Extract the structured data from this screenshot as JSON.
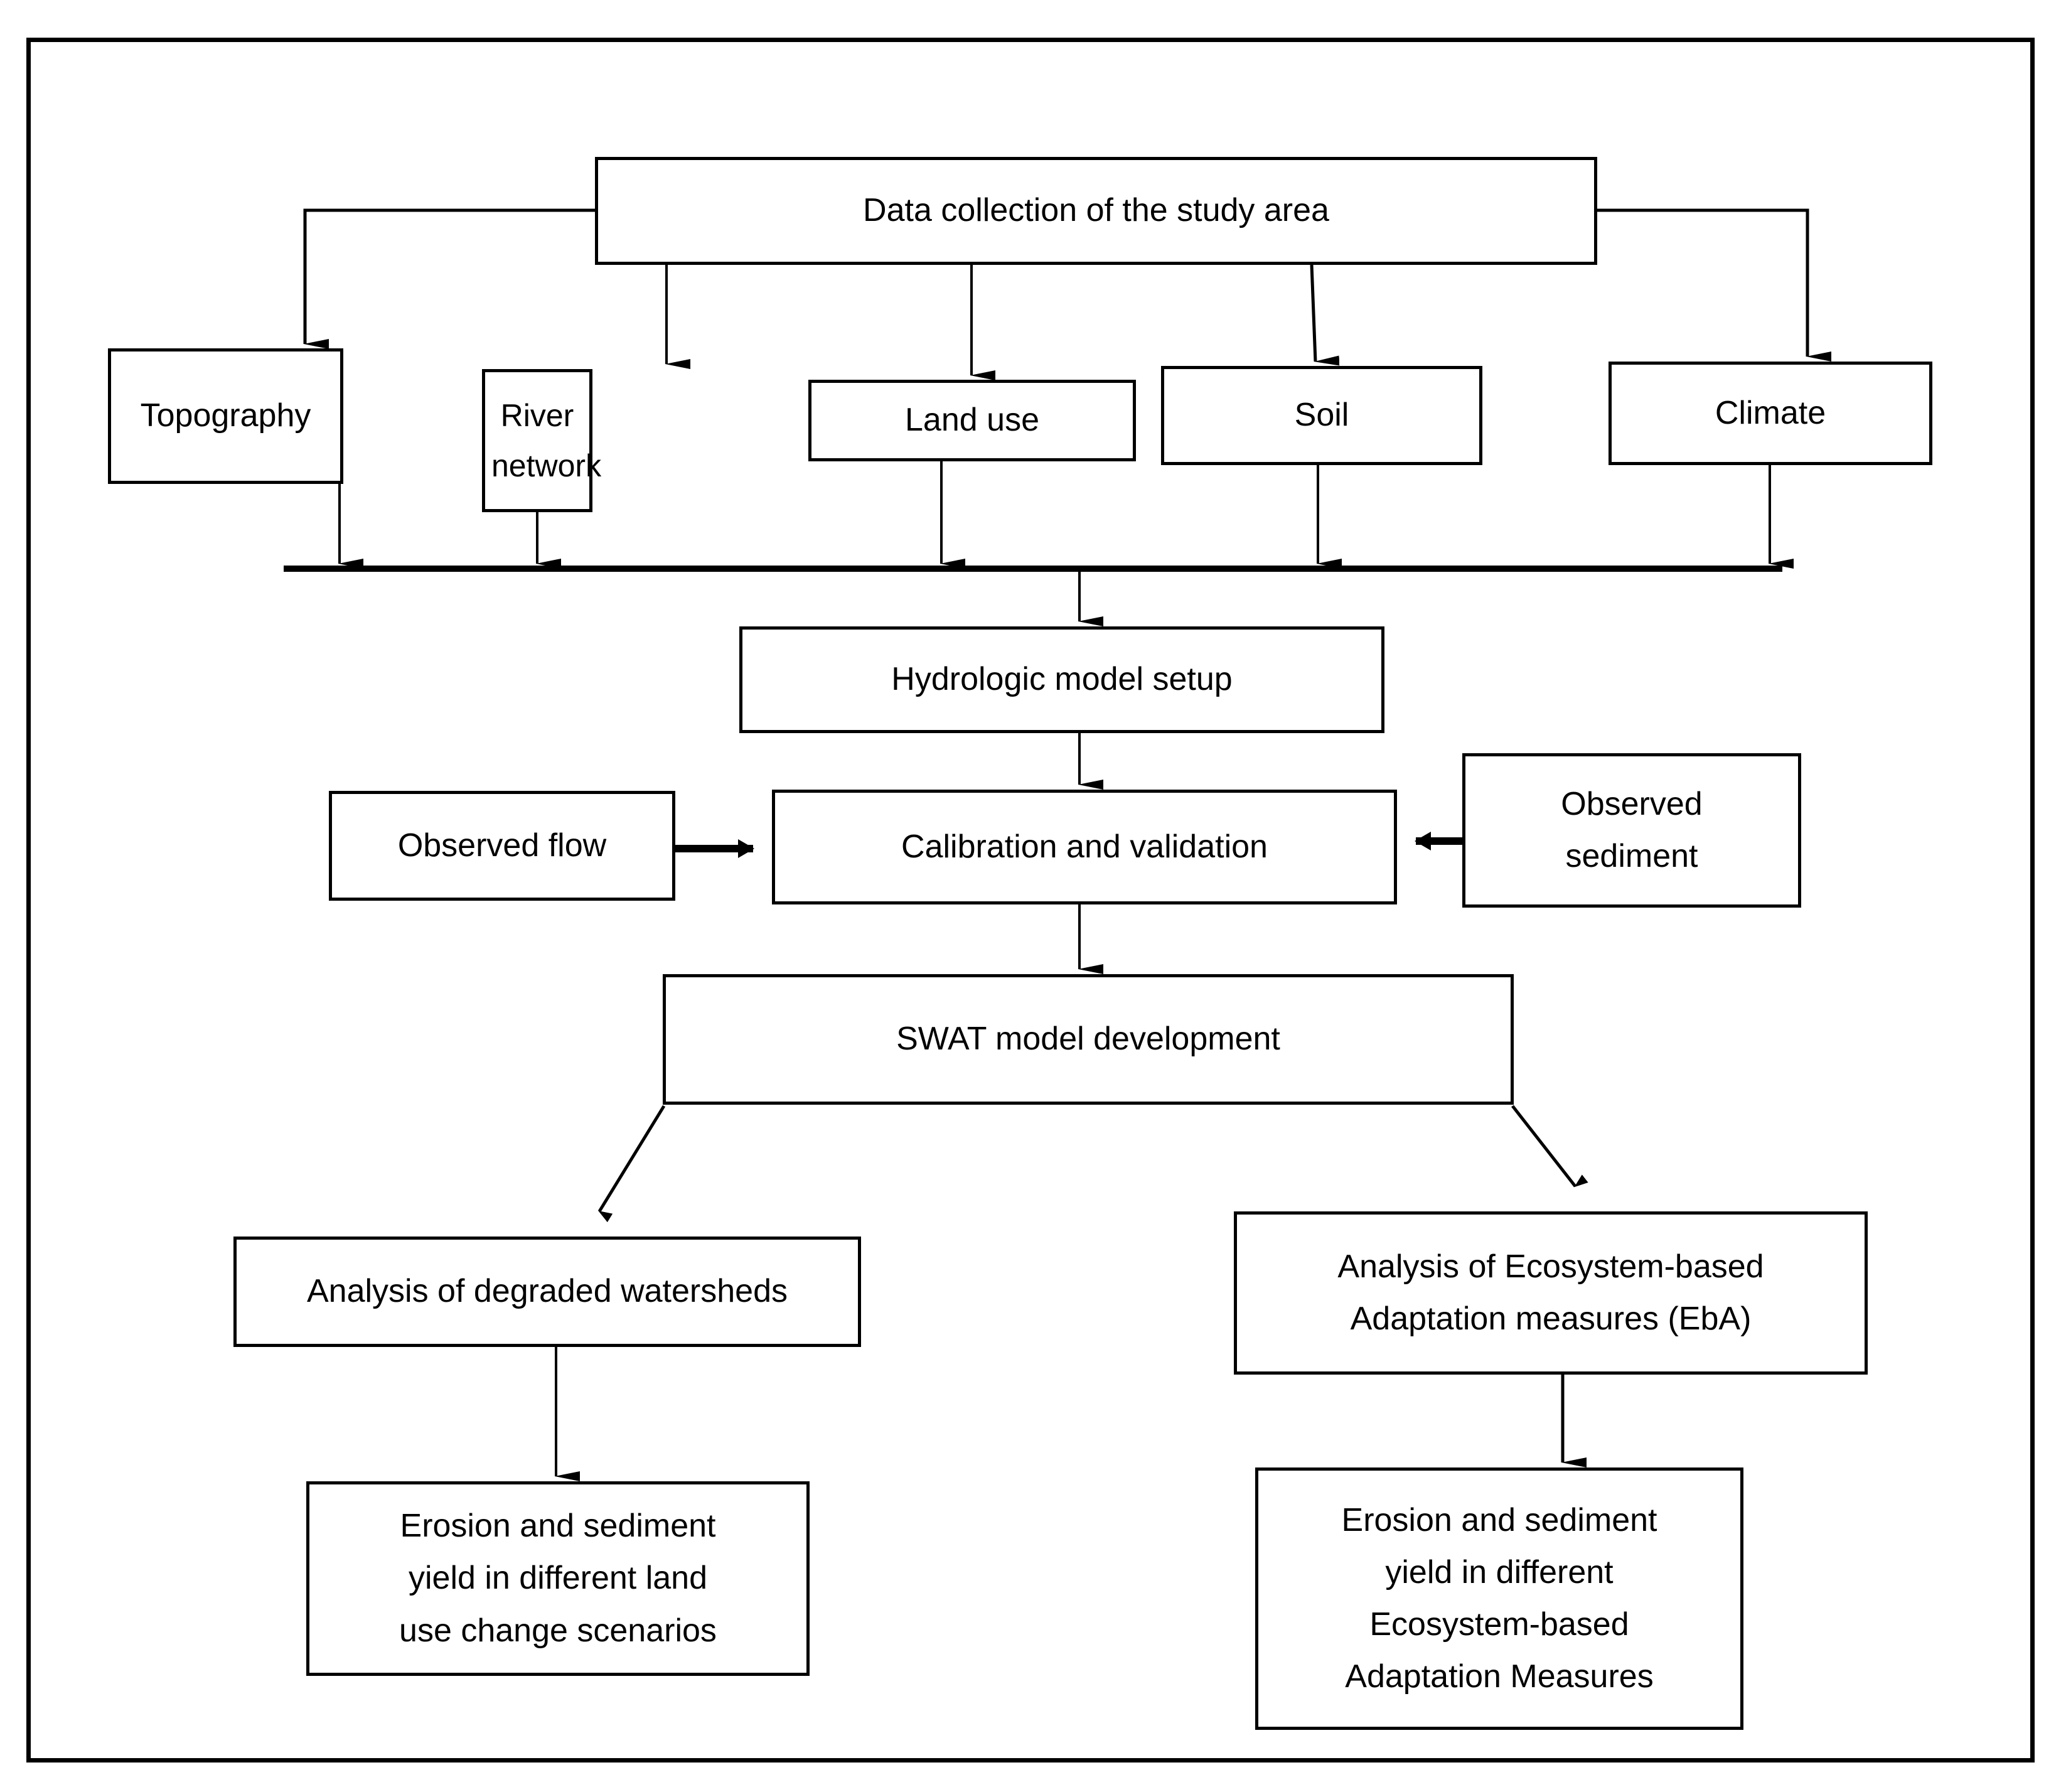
{
  "diagram": {
    "type": "flowchart",
    "title": "SWAT hydrologic modeling workflow",
    "colors": {
      "stroke": "#000000",
      "fill": "#ffffff",
      "text": "#000000"
    },
    "nodes": {
      "data_collection": "Data collection of the study area",
      "topography": "Topography",
      "river_network": "River\nnetwork",
      "land_use": "Land use",
      "soil": "Soil",
      "climate": "Climate",
      "hydrologic_model_setup": "Hydrologic model setup",
      "observed_flow": "Observed flow",
      "calibration_validation": "Calibration and validation",
      "observed_sediment": "Observed\nsediment",
      "swat_model_development": "SWAT model development",
      "analysis_degraded": "Analysis of degraded watersheds",
      "analysis_eba": "Analysis of Ecosystem-based\nAdaptation measures (EbA)",
      "erosion_land_use": "Erosion and sediment\nyield in different land\nuse change scenarios",
      "erosion_eba": "Erosion and sediment\nyield in different\nEcosystem-based\nAdaptation Measures"
    },
    "edges": [
      {
        "from": "data_collection",
        "to": "topography",
        "style": "elbow-left-down",
        "arrow": "down"
      },
      {
        "from": "data_collection",
        "to": "river_network",
        "style": "straight-down",
        "arrow": "down"
      },
      {
        "from": "data_collection",
        "to": "land_use",
        "style": "straight-down",
        "arrow": "down"
      },
      {
        "from": "data_collection",
        "to": "soil",
        "style": "straight-down",
        "arrow": "down"
      },
      {
        "from": "data_collection",
        "to": "climate",
        "style": "elbow-right-down",
        "arrow": "down"
      },
      {
        "from": "topography",
        "to": "collector_bar",
        "style": "straight-down",
        "arrow": "down"
      },
      {
        "from": "river_network",
        "to": "collector_bar",
        "style": "straight-down",
        "arrow": "down"
      },
      {
        "from": "land_use",
        "to": "collector_bar",
        "style": "straight-down",
        "arrow": "down"
      },
      {
        "from": "soil",
        "to": "collector_bar",
        "style": "straight-down",
        "arrow": "down"
      },
      {
        "from": "climate",
        "to": "collector_bar",
        "style": "straight-down",
        "arrow": "down"
      },
      {
        "from": "collector_bar",
        "to": "hydrologic_model_setup",
        "style": "straight-down",
        "arrow": "down"
      },
      {
        "from": "hydrologic_model_setup",
        "to": "calibration_validation",
        "style": "straight-down",
        "arrow": "down"
      },
      {
        "from": "observed_flow",
        "to": "calibration_validation",
        "style": "straight-right",
        "arrow": "right"
      },
      {
        "from": "observed_sediment",
        "to": "calibration_validation",
        "style": "straight-left",
        "arrow": "left"
      },
      {
        "from": "calibration_validation",
        "to": "swat_model_development",
        "style": "straight-down",
        "arrow": "down"
      },
      {
        "from": "swat_model_development",
        "to": "analysis_degraded",
        "style": "diagonal-left-down",
        "arrow": "down"
      },
      {
        "from": "swat_model_development",
        "to": "analysis_eba",
        "style": "diagonal-right-down",
        "arrow": "down"
      },
      {
        "from": "analysis_degraded",
        "to": "erosion_land_use",
        "style": "straight-down",
        "arrow": "down"
      },
      {
        "from": "analysis_eba",
        "to": "erosion_eba",
        "style": "straight-down",
        "arrow": "down"
      }
    ]
  }
}
